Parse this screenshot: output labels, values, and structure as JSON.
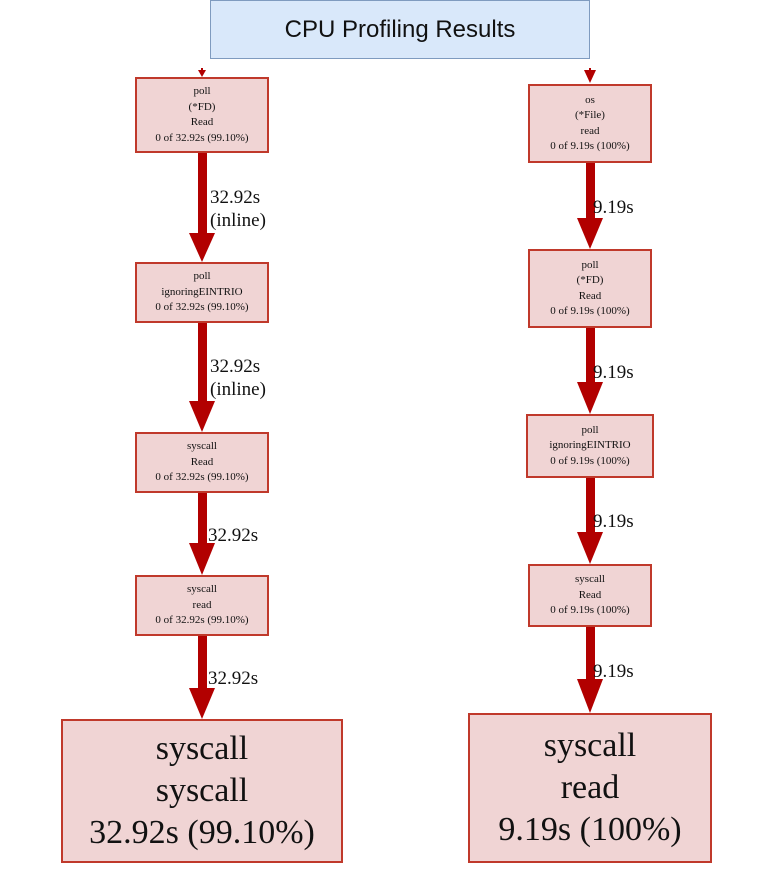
{
  "title": "CPU Profiling Results",
  "colors": {
    "edge": "#b20000",
    "node_fill": "#f0d4d4",
    "node_border": "#c0392b",
    "title_fill": "#d9e8fa"
  },
  "left": {
    "nodes": [
      {
        "lines": [
          "poll",
          "(*FD)",
          "Read",
          "0 of 32.92s (99.10%)"
        ]
      },
      {
        "lines": [
          "poll",
          "ignoringEINTRIO",
          "0 of 32.92s (99.10%)"
        ]
      },
      {
        "lines": [
          "syscall",
          "Read",
          "0 of 32.92s (99.10%)"
        ]
      },
      {
        "lines": [
          "syscall",
          "read",
          "0 of 32.92s (99.10%)"
        ]
      },
      {
        "lines": [
          "syscall",
          "syscall",
          "32.92s (99.10%)"
        ]
      }
    ],
    "edges": [
      {
        "label": [
          "32.92s",
          "(inline)"
        ]
      },
      {
        "label": [
          "32.92s",
          "(inline)"
        ]
      },
      {
        "label": [
          "32.92s"
        ]
      },
      {
        "label": [
          "32.92s"
        ]
      }
    ]
  },
  "right": {
    "nodes": [
      {
        "lines": [
          "os",
          "(*File)",
          "read",
          "0 of 9.19s (100%)"
        ]
      },
      {
        "lines": [
          "poll",
          "(*FD)",
          "Read",
          "0 of 9.19s (100%)"
        ]
      },
      {
        "lines": [
          "poll",
          "ignoringEINTRIO",
          "0 of 9.19s (100%)"
        ]
      },
      {
        "lines": [
          "syscall",
          "Read",
          "0 of 9.19s (100%)"
        ]
      },
      {
        "lines": [
          "syscall",
          "read",
          "9.19s (100%)"
        ]
      }
    ],
    "edges": [
      {
        "label": [
          "9.19s"
        ]
      },
      {
        "label": [
          "9.19s"
        ]
      },
      {
        "label": [
          "9.19s"
        ]
      },
      {
        "label": [
          "9.19s"
        ]
      }
    ]
  }
}
